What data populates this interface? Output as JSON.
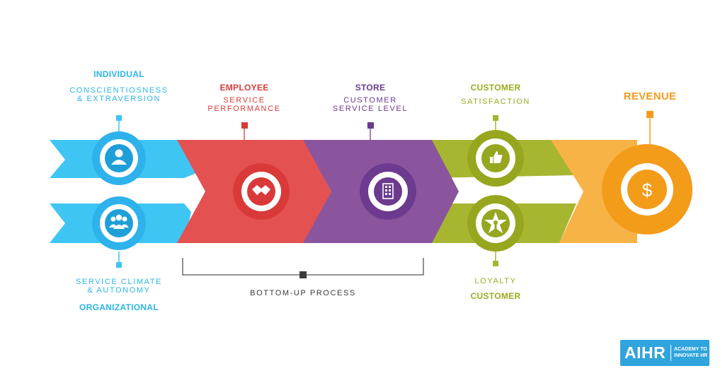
{
  "individual": {
    "heading": "INDIVIDUAL",
    "line1": "CONSCIENTIOSNESS",
    "line2": "& EXTRAVERSION"
  },
  "organizational": {
    "heading": "ORGANIZATIONAL",
    "line1": "SERVICE CLIMATE",
    "line2": "& AUTONOMY"
  },
  "employee": {
    "heading": "EMPLOYEE",
    "line1": "SERVICE",
    "line2": "PERFORMANCE"
  },
  "store": {
    "heading": "STORE",
    "line1": "CUSTOMER",
    "line2": "SERVICE LEVEL"
  },
  "customer_top": {
    "heading": "CUSTOMER",
    "line1": "SATISFACTION"
  },
  "customer_bottom": {
    "heading": "CUSTOMER",
    "line1": "LOYALTY"
  },
  "revenue": {
    "heading": "REVENUE"
  },
  "bracket": {
    "label": "BOTTOM-UP PROCESS"
  },
  "logo": {
    "main": "AIHR",
    "sub1": "ACADEMY TO",
    "sub2": "INNOVATE HR"
  },
  "icons": {
    "individual": "person-icon",
    "organizational": "group-icon",
    "employee": "handshake-icon",
    "store": "building-icon",
    "satisfaction": "thumbs-up-icon",
    "loyalty": "star-award-icon",
    "revenue": "dollar-icon"
  },
  "colors": {
    "blue": "#3ec5f3",
    "red": "#e35251",
    "purple": "#8b559e",
    "olive": "#a7b631",
    "orange": "#f8b346",
    "revenue_circle": "#f39c1a"
  }
}
